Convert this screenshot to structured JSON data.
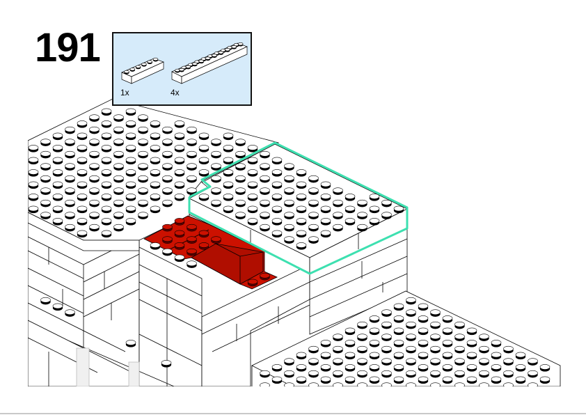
{
  "step": {
    "number": "191"
  },
  "parts_callout": {
    "items": [
      {
        "quantity": "1x",
        "icon": "brick-1x6-icon"
      },
      {
        "quantity": "4x",
        "icon": "brick-1x10-icon"
      }
    ]
  },
  "colors": {
    "highlight_outline": "#3de0b0",
    "new_part_red": "#cc1100",
    "callout_background": "#d6ebfa"
  }
}
